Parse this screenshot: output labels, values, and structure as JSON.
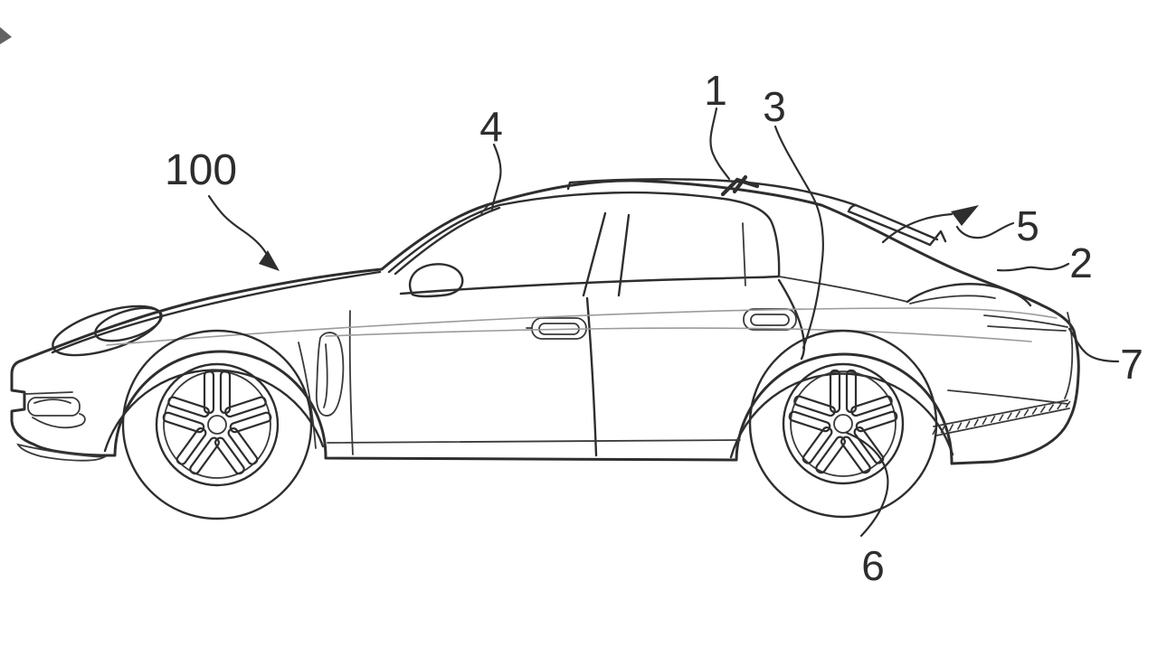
{
  "figure": {
    "kind": "patent line drawing",
    "subject": "Side view of a four-door fastback sports sedan with roof air-guiding device",
    "vehicle_facing": "left",
    "background_color": "#ffffff",
    "line_color": "#2e2e2e",
    "faint_line_color": "#9b9b9b"
  },
  "labels": [
    {
      "text": "100",
      "points_to": "vehicle-body-overall"
    },
    {
      "text": "4",
      "points_to": "roof-front-air-guide-edge"
    },
    {
      "text": "1",
      "points_to": "roof-air-deflector-flap"
    },
    {
      "text": "3",
      "points_to": "rear-side-body-section"
    },
    {
      "text": "5",
      "points_to": "airflow-direction-arrow"
    },
    {
      "text": "2",
      "points_to": "rear-deck-spoiler-lip"
    },
    {
      "text": "7",
      "points_to": "rear-bumper-section"
    },
    {
      "text": "6",
      "points_to": "rear-wheel-hub"
    }
  ]
}
